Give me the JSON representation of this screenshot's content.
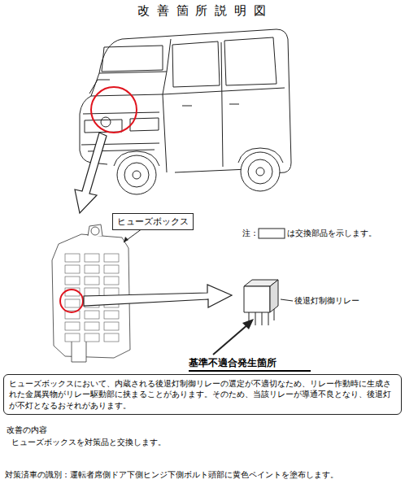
{
  "diagram": {
    "title": "改 善 箇 所 説 明 図",
    "nodes": [
      {
        "text": [
          "ヒューズボックス"
        ]
      },
      {
        "text": [
          "ヒューズボックスにおいて、内蔵される後退灯制御リレーの選定が不適切なため、リレー作動時に生成された金属異物がリレー駆動部に挟まることがあります。そのため、当該リレーが導通不良となり、後退灯が不灯となるおそれがあります。"
        ]
      }
    ],
    "labels": [
      "注：",
      "は交換部品を示します。",
      "後退灯制御リレー",
      "基準不適合発生箇所",
      "改善の内容",
      "ヒューズボックスを対策品と交換します。",
      "対策済車の識別：運転者席側ドア下側ヒンジ下側ボルト頭部に黄色ペイントを塗布します。"
    ]
  }
}
